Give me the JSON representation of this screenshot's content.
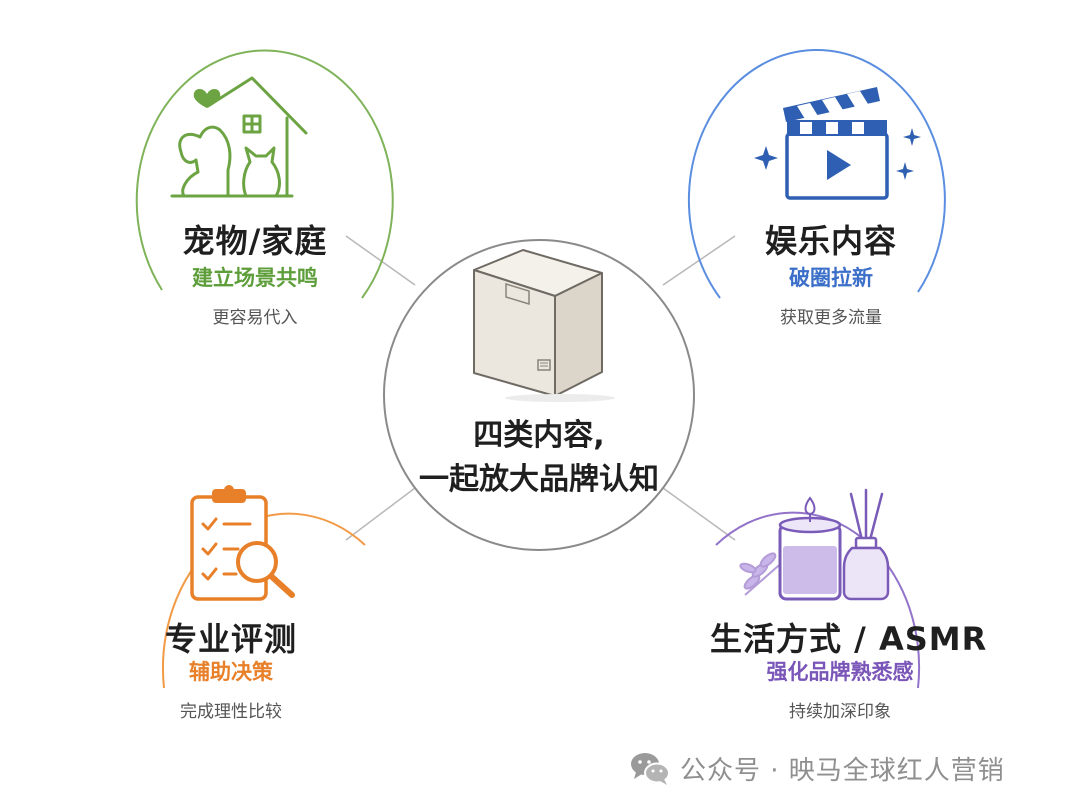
{
  "center": {
    "line1": "四类内容,",
    "line2": "一起放大品牌认知"
  },
  "nodes": [
    {
      "id": "pet",
      "title": "宠物/家庭",
      "subtitle": "建立场景共鸣",
      "desc": "更容易代入",
      "color": "#5e9e3a",
      "icon": "pet-house-icon"
    },
    {
      "id": "ent",
      "title": "娱乐内容",
      "subtitle": "破圈拉新",
      "desc": "获取更多流量",
      "color": "#3b6fc9",
      "icon": "clapperboard-icon"
    },
    {
      "id": "review",
      "title": "专业评测",
      "subtitle": "辅助决策",
      "desc": "完成理性比较",
      "color": "#e8802a",
      "icon": "clipboard-search-icon"
    },
    {
      "id": "life",
      "title": "生活方式 / ASMR",
      "subtitle": "强化品牌熟悉感",
      "desc": "持续加深印象",
      "color": "#7a56b8",
      "icon": "candle-diffuser-icon"
    }
  ],
  "footer": {
    "text": "公众号 · 映马全球红人营销",
    "icon": "wechat-icon"
  },
  "colors": {
    "connector": "#b5b5b5",
    "center_border": "#8a8a8a"
  }
}
